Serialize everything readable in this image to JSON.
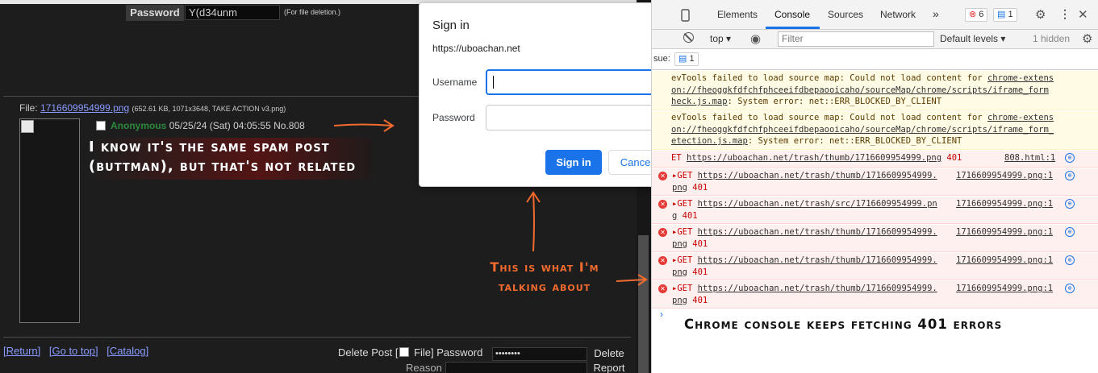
{
  "board": {
    "password_label": "Password",
    "password_value": "Y(d34unm",
    "password_note": "(For file deletion.)",
    "file_prefix": "File:",
    "file_name": "1716609954999.png",
    "file_meta": "(652.61 KB, 1071x3648, TAKE ACTION v3.png)",
    "poster_name": "Anonymous",
    "post_datetime": "05/25/24 (Sat) 04:05:55",
    "post_no": "No.808",
    "links": [
      "[Return]",
      "[Go to top]",
      "[Catalog]"
    ],
    "delete_post_label": "Delete Post [",
    "file_label": "File]",
    "delete_password_label": "Password",
    "delete_password_value": "••••••••",
    "delete_button": "Delete",
    "reason_label": "Reason",
    "report_button": "Report"
  },
  "annotations": {
    "note1_line1": "I know it's the same spam post",
    "note1_line2": "(buttman), but that's not related",
    "note2_line1": "This is what I'm",
    "note2_line2": "talking about",
    "note3": "Chrome console keeps fetching 401 errors",
    "arrow_color": "#f26a2e"
  },
  "dialog": {
    "title": "Sign in",
    "url": "https://uboachan.net",
    "username_label": "Username",
    "password_label": "Password",
    "signin_button": "Sign in",
    "cancel_button": "Cancel",
    "accent": "#1a73e8"
  },
  "devtools": {
    "tabs": [
      "Elements",
      "Console",
      "Sources",
      "Network"
    ],
    "more_tabs": "»",
    "error_count": "6",
    "issue_count": "1",
    "context": "top",
    "filter_placeholder": "Filter",
    "levels": "Default levels",
    "hidden": "1 hidden",
    "issues_label": "sue:",
    "issues_count": "1",
    "warnings": [
      {
        "text1": "evTools failed to load source map: Could not load content for ",
        "link1": "chrome-extens",
        "link2": "on://fheoggkfdfchfphceeifdbepaooicaho/sourceMap/chrome/scripts/iframe_form",
        "link3": "heck.js.map",
        "text3": ": System error: net::ERR_BLOCKED_BY_CLIENT"
      },
      {
        "text1": "evTools failed to load source map: Could not load content for ",
        "link1": "chrome-extens",
        "link2": "on://fheoggkfdfchfphceeifdbepaooicaho/sourceMap/chrome/scripts/iframe_form_",
        "link3": "etection.js.map",
        "text3": ": System error: net::ERR_BLOCKED_BY_CLIENT"
      }
    ],
    "errors": [
      {
        "method": "ET ",
        "url": "https://uboachan.net/trash/thumb/1716609954999.png",
        "tail": "",
        "code": " 401",
        "source": "808.html:1"
      },
      {
        "method": "▸GET ",
        "url": "https://uboachan.net/trash/thumb/1716609954999.",
        "tail": "png",
        "code": " 401",
        "source": "1716609954999.png:1"
      },
      {
        "method": "▸GET ",
        "url": "https://uboachan.net/trash/src/1716609954999.pn",
        "tail": "g",
        "code": " 401",
        "source": "1716609954999.png:1"
      },
      {
        "method": "▸GET ",
        "url": "https://uboachan.net/trash/thumb/1716609954999.",
        "tail": "png",
        "code": " 401",
        "source": "1716609954999.png:1"
      },
      {
        "method": "▸GET ",
        "url": "https://uboachan.net/trash/thumb/1716609954999.",
        "tail": "png",
        "code": " 401",
        "source": "1716609954999.png:1"
      },
      {
        "method": "▸GET ",
        "url": "https://uboachan.net/trash/thumb/1716609954999.",
        "tail": "png",
        "code": " 401",
        "source": "1716609954999.png:1"
      }
    ],
    "prompt": "›"
  }
}
